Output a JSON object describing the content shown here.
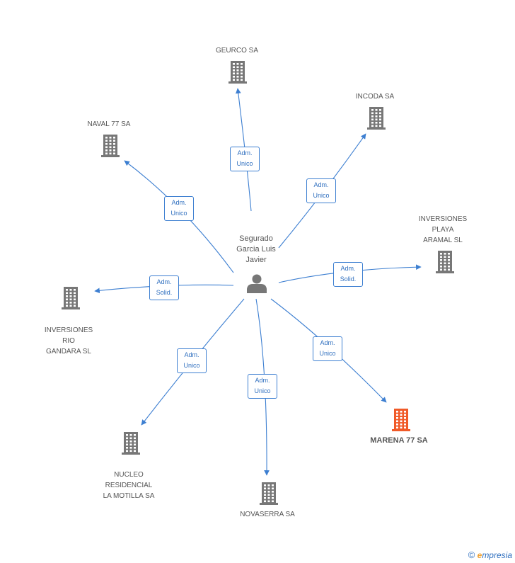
{
  "colors": {
    "edge": "#3d7fd1",
    "building": "#777777",
    "highlight": "#f05a28",
    "person": "#777777"
  },
  "center": {
    "label": "Segurado\nGarcia Luis\nJavier",
    "icon": "person-icon"
  },
  "companies": [
    {
      "id": "geurco",
      "label": "GEURCO SA",
      "icon": "building-icon",
      "highlight": false
    },
    {
      "id": "incoda",
      "label": "INCODA SA",
      "icon": "building-icon",
      "highlight": false
    },
    {
      "id": "naval77",
      "label": "NAVAL 77 SA",
      "icon": "building-icon",
      "highlight": false
    },
    {
      "id": "playa_aramal",
      "label": "INVERSIONES\nPLAYA\nARAMAL SL",
      "icon": "building-icon",
      "highlight": false
    },
    {
      "id": "rio_gandara",
      "label": "INVERSIONES\nRIO\nGANDARA SL",
      "icon": "building-icon",
      "highlight": false
    },
    {
      "id": "marena77",
      "label": "MARENA 77 SA",
      "icon": "building-icon",
      "highlight": true
    },
    {
      "id": "nucleo",
      "label": "NUCLEO\nRESIDENCIAL\nLA MOTILLA SA",
      "icon": "building-icon",
      "highlight": false
    },
    {
      "id": "novaserra",
      "label": "NOVASERRA SA",
      "icon": "building-icon",
      "highlight": false
    }
  ],
  "edges": [
    {
      "to": "geurco",
      "label": "Adm.\nUnico"
    },
    {
      "to": "incoda",
      "label": "Adm.\nUnico"
    },
    {
      "to": "naval77",
      "label": "Adm.\nUnico"
    },
    {
      "to": "playa_aramal",
      "label": "Adm.\nSolid."
    },
    {
      "to": "rio_gandara",
      "label": "Adm.\nSolid."
    },
    {
      "to": "marena77",
      "label": "Adm.\nUnico"
    },
    {
      "to": "nucleo",
      "label": "Adm.\nUnico"
    },
    {
      "to": "novaserra",
      "label": "Adm.\nUnico"
    }
  ],
  "footer": {
    "copyright_symbol": "©",
    "brand_initial": "e",
    "brand_rest": "mpresia"
  }
}
